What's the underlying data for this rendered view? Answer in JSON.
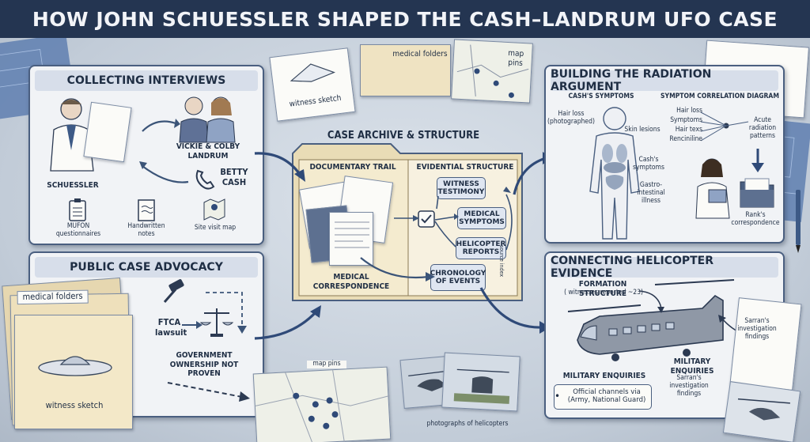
{
  "title": "HOW JOHN SCHUESSLER SHAPED THE CASH–LANDRUM UFO CASE",
  "panels": {
    "interviews": {
      "heading": "COLLECTING INTERVIEWS",
      "schuessler": "SCHUESSLER",
      "landrums": "VICKIE & COLBY LANDRUM",
      "betty": "BETTY CASH",
      "mufon": "MUFON questionnaires",
      "notes": "Handwritten notes",
      "sitemap": "Site visit map"
    },
    "advocacy": {
      "heading": "PUBLIC CASE ADVOCACY",
      "folders": "medical folders",
      "sketch": "witness sketch",
      "ftca": "FTCA lawsuit",
      "ownership": "GOVERNMENT OWNERSHIP NOT PROVEN"
    },
    "archive": {
      "heading": "CASE ARCHIVE & STRUCTURE",
      "trail": "DOCUMENTARY TRAIL",
      "evidential": "EVIDENTIAL STRUCTURE",
      "witness": "WITNESS TESTIMONY",
      "medical": "MEDICAL SYMPTOMS",
      "helicopter": "HELICOPTER REPORTS",
      "correspondence": "MEDICAL CORRESPONDENCE",
      "chronology": "CHRONOLOGY OF EVENTS",
      "tab": "source index"
    },
    "radiation": {
      "heading": "BUILDING THE RADIATION ARGUMENT",
      "symptoms_title": "CASH'S SYMPTOMS",
      "correlation_title": "SYMPTOM CORRELATION DIAGRAM",
      "hairloss": "Hair loss (photographed)",
      "skin": "Skin lesions",
      "cash_symptoms": "Cash's symptoms",
      "gastro": "Gastro-intestinal illness",
      "corr_items": [
        "Hair loss",
        "Symptoms",
        "Hair texs",
        "Renciniline"
      ],
      "acute": "Acute radiation patterns",
      "rank": "Rank's correspondence"
    },
    "helicopter": {
      "heading": "CONNECTING HELICOPTER EVIDENCE",
      "formation": "FORMATION STRUCTURE",
      "formation_note": "( witnesses reported ~23)",
      "sarran_findings": "Sarran's investigation findings",
      "military1": "MILITARY ENQUIRIES",
      "military2": "MILITARY ENQUIRIES",
      "sarran2": "Sarran's investigation findings",
      "channels": "Official channels via (Army, National Guard)"
    }
  },
  "floating": {
    "witness_sketch_top": "witness sketch",
    "medical_folders_top": "medical folders",
    "map_pins_top": "map pins",
    "map_pins_bottom": "map pins",
    "photos": "photographs of helicopters"
  },
  "colors": {
    "navy": "#243551",
    "panel_border": "#4a5f80",
    "folder": "#efe3c2",
    "arrow": "#3b5478"
  }
}
